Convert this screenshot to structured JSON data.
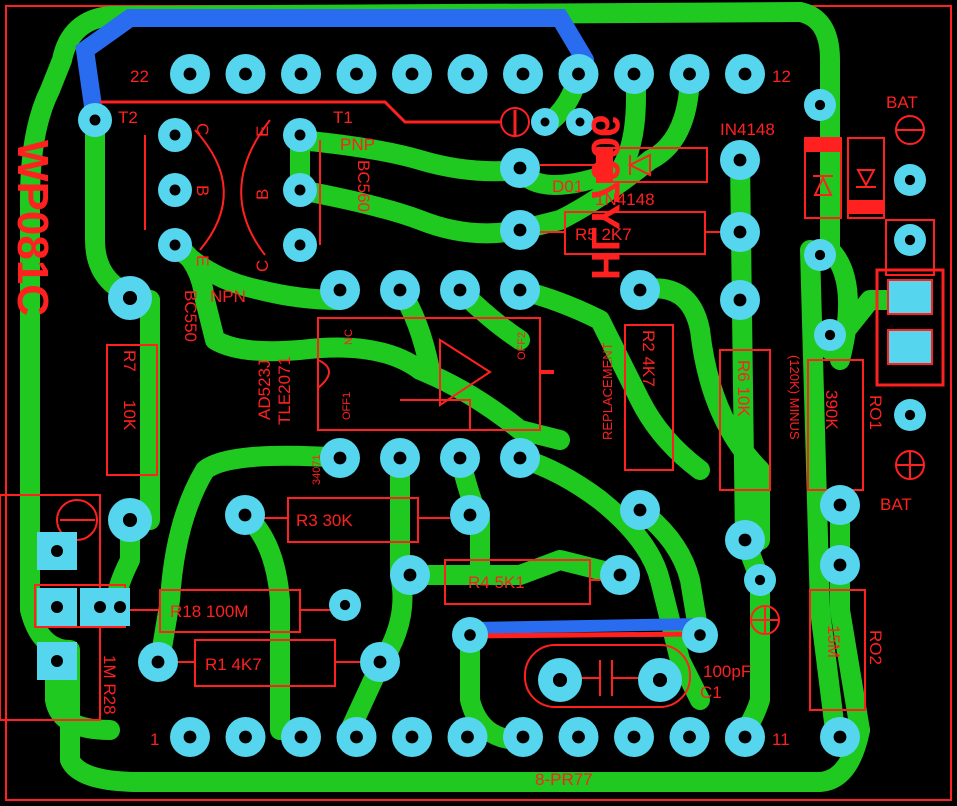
{
  "board": {
    "title": "WP081C",
    "part_number": "HLY7006",
    "part_subtitle": "REPLACEMENT",
    "footer_code": "8-PR77",
    "colors": {
      "background": "#000000",
      "trace": "#1fc91f",
      "pad": "#55d6ee",
      "silk": "#ff2020",
      "jumper": "#2a6cf0"
    }
  },
  "connector": {
    "pin_first": "22",
    "pin_last": "12",
    "bottom_first": "1",
    "bottom_last": "11"
  },
  "transistors": {
    "t1": {
      "ref": "T1",
      "type": "PNP",
      "part": "BC560",
      "pins": [
        "E",
        "B",
        "C"
      ]
    },
    "t2": {
      "ref": "T2",
      "type": "NPN",
      "part": "BC550",
      "pins": [
        "C",
        "B",
        "E"
      ]
    }
  },
  "ic": {
    "part1": "AD523J",
    "part2": "TLE2071",
    "part3": "34071",
    "nc": "NC",
    "off1": "OFF1",
    "off2": "OFF2"
  },
  "components": {
    "r1": "R1  4K7",
    "r2": "R2  4K7",
    "r3": "R3  30K",
    "r4": "R4 5K1",
    "r5": "R5  2K7",
    "r6": "R6  10K",
    "r7": "R7",
    "r7_value": "10K",
    "r18": "R18  100M",
    "r28": "1M R28",
    "ro1": "RO1",
    "ro1_value": "390K",
    "ro1_note": "(120K) MINUS",
    "ro2": "RO2",
    "ro2_value": "15M",
    "c1": "C1",
    "c1_value": "100pF",
    "d01": "D01",
    "d01_part": "1N4148",
    "d_top": "IN4148"
  },
  "battery": {
    "label_top": "BAT",
    "label_bottom": "BAT",
    "minus": "⊖",
    "plus": "⊕"
  }
}
